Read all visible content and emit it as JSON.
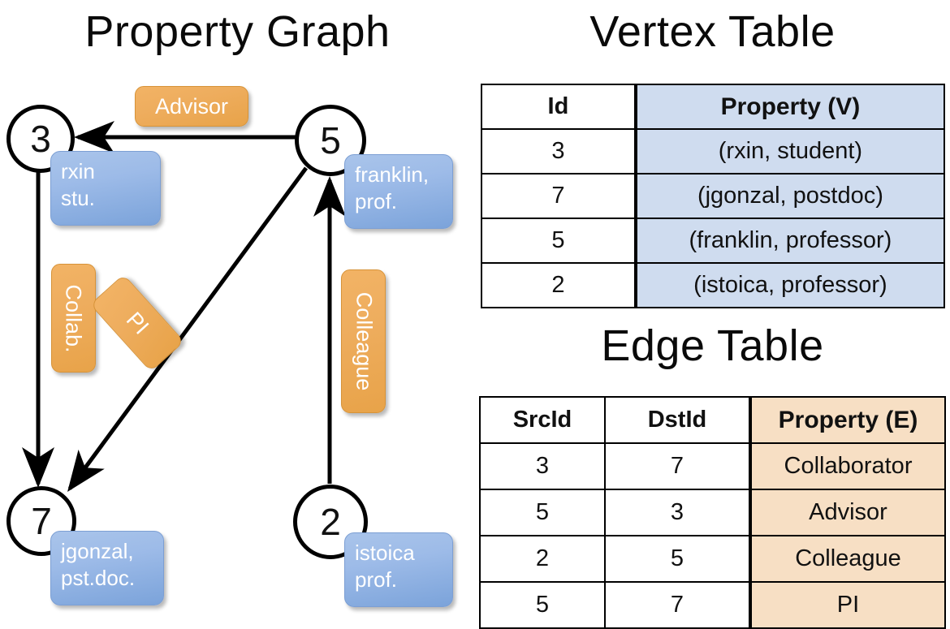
{
  "titles": {
    "property_graph": "Property Graph",
    "vertex_table": "Vertex Table",
    "edge_table": "Edge Table"
  },
  "colors": {
    "vertex_property_fill": "#cfdcef",
    "edge_property_fill": "#f7dfc4",
    "node_box_blue": "#9dbbe8",
    "edge_label_orange": "#eead5e",
    "stroke": "#000000"
  },
  "graph": {
    "vertices": [
      {
        "id": "3",
        "property_line1": "rxin",
        "property_line2": "stu."
      },
      {
        "id": "5",
        "property_line1": "franklin,",
        "property_line2": "prof."
      },
      {
        "id": "7",
        "property_line1": "jgonzal,",
        "property_line2": "pst.doc."
      },
      {
        "id": "2",
        "property_line1": "istoica",
        "property_line2": "prof."
      }
    ],
    "edge_labels": [
      {
        "label": "Advisor",
        "src": "5",
        "dst": "3"
      },
      {
        "label": "Collab.",
        "src": "3",
        "dst": "7"
      },
      {
        "label": "PI",
        "src": "5",
        "dst": "7"
      },
      {
        "label": "Colleague",
        "src": "2",
        "dst": "5"
      }
    ]
  },
  "vertex_table": {
    "headers": [
      "Id",
      "Property (V)"
    ],
    "rows": [
      {
        "id": "3",
        "property": "(rxin, student)"
      },
      {
        "id": "7",
        "property": "(jgonzal, postdoc)"
      },
      {
        "id": "5",
        "property": "(franklin, professor)"
      },
      {
        "id": "2",
        "property": "(istoica, professor)"
      }
    ]
  },
  "edge_table": {
    "headers": [
      "SrcId",
      "DstId",
      "Property (E)"
    ],
    "rows": [
      {
        "src": "3",
        "dst": "7",
        "property": "Collaborator"
      },
      {
        "src": "5",
        "dst": "3",
        "property": "Advisor"
      },
      {
        "src": "2",
        "dst": "5",
        "property": "Colleague"
      },
      {
        "src": "5",
        "dst": "7",
        "property": "PI"
      }
    ]
  }
}
